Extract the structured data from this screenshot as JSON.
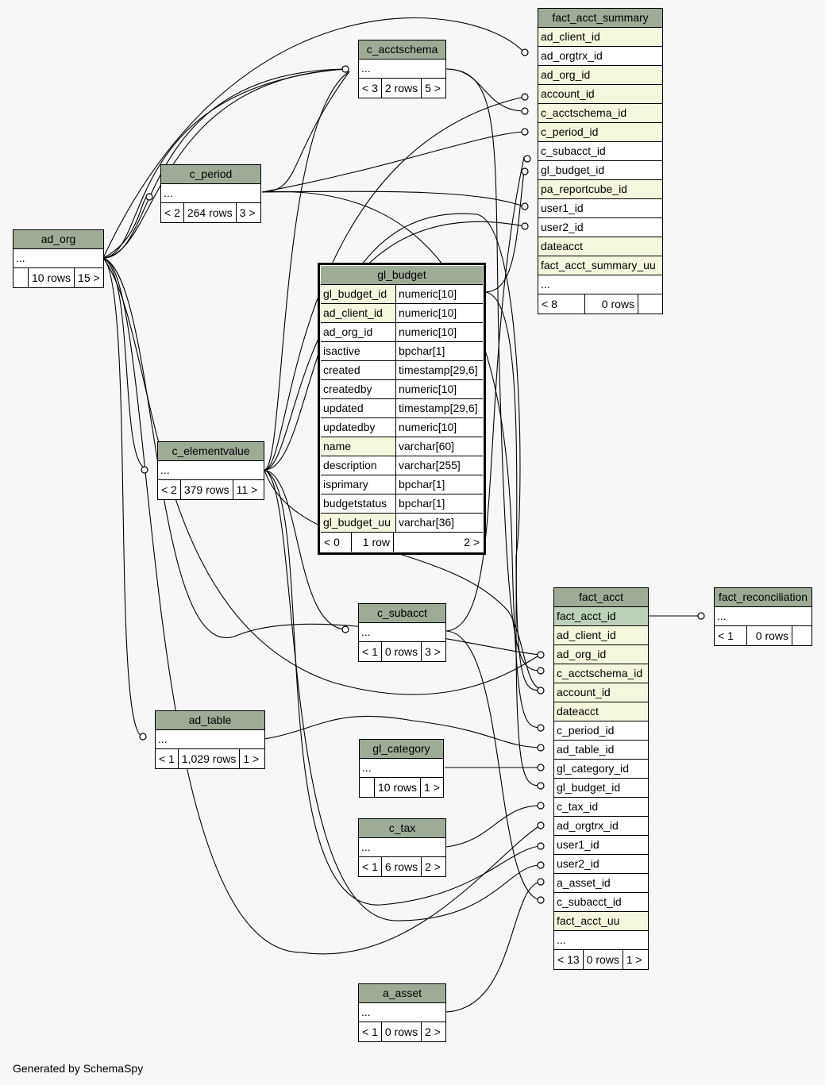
{
  "generated_by": "Generated by SchemaSpy",
  "ellipsis": "...",
  "tables": {
    "fact_acct_summary": {
      "name": "fact_acct_summary",
      "columns": [
        "ad_client_id",
        "ad_orgtrx_id",
        "ad_org_id",
        "account_id",
        "c_acctschema_id",
        "c_period_id",
        "c_subacct_id",
        "gl_budget_id",
        "pa_reportcube_id",
        "user1_id",
        "user2_id",
        "dateacct",
        "fact_acct_summary_uu"
      ],
      "parents": "< 8",
      "rows": "0 rows",
      "children": ""
    },
    "c_acctschema": {
      "name": "c_acctschema",
      "parents": "< 3",
      "rows": "2 rows",
      "children": "5 >"
    },
    "c_period": {
      "name": "c_period",
      "parents": "< 2",
      "rows": "264 rows",
      "children": "3 >"
    },
    "ad_org": {
      "name": "ad_org",
      "parents": "",
      "rows": "10 rows",
      "children": "15 >"
    },
    "gl_budget": {
      "name": "gl_budget",
      "columns": [
        {
          "name": "gl_budget_id",
          "type": "numeric[10]"
        },
        {
          "name": "ad_client_id",
          "type": "numeric[10]"
        },
        {
          "name": "ad_org_id",
          "type": "numeric[10]"
        },
        {
          "name": "isactive",
          "type": "bpchar[1]"
        },
        {
          "name": "created",
          "type": "timestamp[29,6]"
        },
        {
          "name": "createdby",
          "type": "numeric[10]"
        },
        {
          "name": "updated",
          "type": "timestamp[29,6]"
        },
        {
          "name": "updatedby",
          "type": "numeric[10]"
        },
        {
          "name": "name",
          "type": "varchar[60]"
        },
        {
          "name": "description",
          "type": "varchar[255]"
        },
        {
          "name": "isprimary",
          "type": "bpchar[1]"
        },
        {
          "name": "budgetstatus",
          "type": "bpchar[1]"
        },
        {
          "name": "gl_budget_uu",
          "type": "varchar[36]"
        }
      ],
      "parents": "< 0",
      "rows": "1 row",
      "children": "2 >"
    },
    "c_elementvalue": {
      "name": "c_elementvalue",
      "parents": "< 2",
      "rows": "379 rows",
      "children": "11 >"
    },
    "fact_acct": {
      "name": "fact_acct",
      "columns": [
        "fact_acct_id",
        "ad_client_id",
        "ad_org_id",
        "c_acctschema_id",
        "account_id",
        "dateacct",
        "c_period_id",
        "ad_table_id",
        "gl_category_id",
        "gl_budget_id",
        "c_tax_id",
        "ad_orgtrx_id",
        "user1_id",
        "user2_id",
        "a_asset_id",
        "c_subacct_id",
        "fact_acct_uu"
      ],
      "parents": "< 13",
      "rows": "0 rows",
      "children": "1 >"
    },
    "fact_reconciliation": {
      "name": "fact_reconciliation",
      "parents": "< 1",
      "rows": "0 rows",
      "children": ""
    },
    "c_subacct": {
      "name": "c_subacct",
      "parents": "< 1",
      "rows": "0 rows",
      "children": "3 >"
    },
    "ad_table": {
      "name": "ad_table",
      "parents": "< 1",
      "rows": "1,029 rows",
      "children": "1 >"
    },
    "gl_category": {
      "name": "gl_category",
      "parents": "",
      "rows": "10 rows",
      "children": "1 >"
    },
    "c_tax": {
      "name": "c_tax",
      "parents": "< 1",
      "rows": "6 rows",
      "children": "2 >"
    },
    "a_asset": {
      "name": "a_asset",
      "parents": "< 1",
      "rows": "0 rows",
      "children": "2 >"
    }
  }
}
